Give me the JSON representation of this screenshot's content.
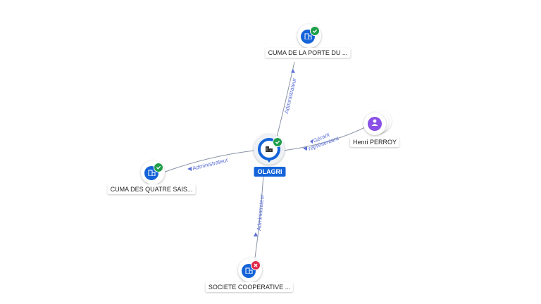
{
  "center": {
    "label": "OLAGRI",
    "status": "active"
  },
  "nodes": {
    "top": {
      "label": "CUMA DE LA PORTE DU ...",
      "status": "active"
    },
    "right": {
      "label": "Henri PERROY"
    },
    "left": {
      "label": "CUMA DES QUATRE SAIS...",
      "status": "active"
    },
    "bottom": {
      "label": "SOCIETE COOPERATIVE ...",
      "status": "closed"
    }
  },
  "edges": {
    "top": "Administrateur",
    "right_1": "Gérant",
    "right_2": "représentant",
    "left": "Administrateur",
    "bottom": "Administrateur"
  },
  "colors": {
    "company": "#1463d8",
    "person": "#8a4fe6",
    "active": "#1e9e4a",
    "closed": "#e0294a",
    "edge_label": "#5b6fd6"
  },
  "icons": {
    "company": "building-icon",
    "person": "person-icon",
    "active": "check-icon",
    "closed": "cross-icon"
  }
}
